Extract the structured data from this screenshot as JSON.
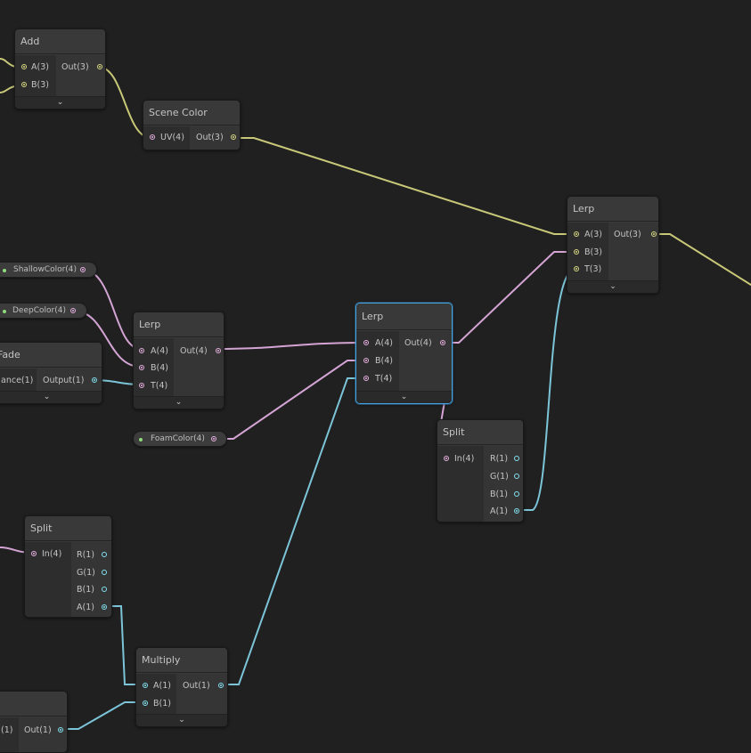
{
  "colors": {
    "background": "#202020",
    "wire_vector3": "#c8c878",
    "wire_vector4": "#d4a4d4",
    "wire_float": "#7cc4d8",
    "selection": "#44a4e4"
  },
  "nodes": {
    "add": {
      "title": "Add",
      "inputs": [
        "A(3)",
        "B(3)"
      ],
      "output": "Out(3)"
    },
    "scene_color": {
      "title": "Scene Color",
      "inputs": [
        "UV(4)"
      ],
      "output": "Out(3)"
    },
    "lerp_top": {
      "title": "Lerp",
      "inputs": [
        "A(3)",
        "B(3)",
        "T(3)"
      ],
      "output": "Out(3)"
    },
    "lerp_left": {
      "title": "Lerp",
      "inputs": [
        "A(4)",
        "B(4)",
        "T(4)"
      ],
      "output": "Out(4)"
    },
    "lerp_mid": {
      "title": "Lerp",
      "inputs": [
        "A(4)",
        "B(4)",
        "T(4)"
      ],
      "output": "Out(4)"
    },
    "fade": {
      "title": "Fade",
      "input": "ance(1)",
      "output": "Output(1)"
    },
    "split_right": {
      "title": "Split",
      "input": "In(4)",
      "outputs": [
        "R(1)",
        "G(1)",
        "B(1)",
        "A(1)"
      ]
    },
    "split_left": {
      "title": "Split",
      "input": "In(4)",
      "outputs": [
        "R(1)",
        "G(1)",
        "B(1)",
        "A(1)"
      ]
    },
    "multiply": {
      "title": "Multiply",
      "inputs": [
        "A(1)",
        "B(1)"
      ],
      "output": "Out(1)"
    },
    "bottom_node": {
      "input": "(1)",
      "output": "Out(1)"
    }
  },
  "properties": {
    "shallow_color": "ShallowColor(4)",
    "deep_color": "DeepColor(4)",
    "foam_color": "FoamColor(4)"
  },
  "icons": {
    "expand": "chevron-down-icon",
    "expand_glyph": "⌄"
  }
}
